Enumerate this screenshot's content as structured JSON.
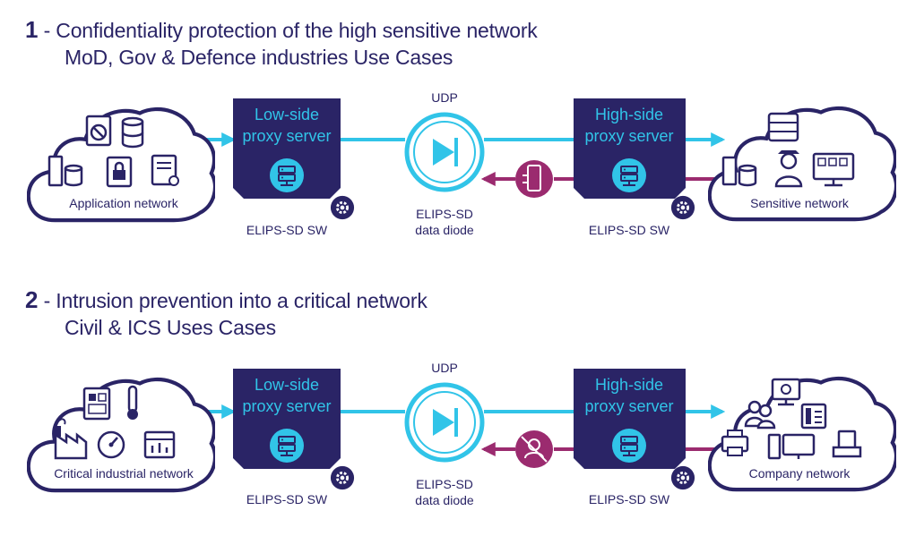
{
  "diagram_1": {
    "number": "1",
    "title_line1": " - Confidentiality protection of the high sensitive network",
    "title_line2": "MoD, Gov & Defence industries Use Cases",
    "left_cloud_label": "Application network",
    "right_cloud_label": "Sensitive network",
    "low_box": {
      "line1": "Low-side",
      "line2": "proxy server",
      "caption": "ELIPS-SD SW"
    },
    "high_box": {
      "line1": "High-side",
      "line2": "proxy server",
      "caption": "ELIPS-SD SW"
    },
    "diode": {
      "protocol": "UDP",
      "caption_line1": "ELIPS-SD",
      "caption_line2": "data diode"
    }
  },
  "diagram_2": {
    "number": "2",
    "title_line1": " - Intrusion prevention into a critical network",
    "title_line2": "Civil & ICS Uses Cases",
    "left_cloud_label": "Critical industrial network",
    "right_cloud_label": "Company network",
    "low_box": {
      "line1": "Low-side",
      "line2": "proxy server",
      "caption": "ELIPS-SD SW"
    },
    "high_box": {
      "line1": "High-side",
      "line2": "proxy server",
      "caption": "ELIPS-SD SW"
    },
    "diode": {
      "protocol": "UDP",
      "caption_line1": "ELIPS-SD",
      "caption_line2": "data diode"
    }
  },
  "colors": {
    "navy": "#2a2466",
    "cyan": "#31c4e8",
    "magenta": "#9b2b6f"
  }
}
